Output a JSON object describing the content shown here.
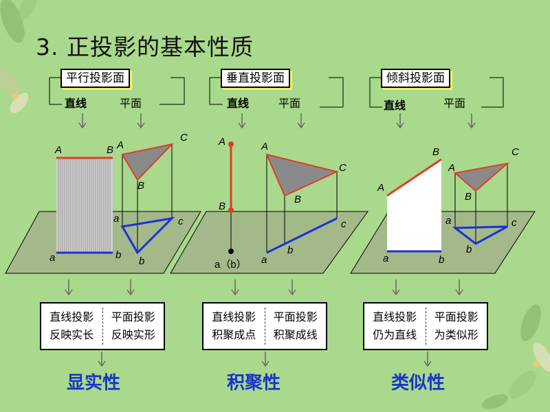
{
  "title": "3. 正投影的基本性质",
  "panels": [
    {
      "heading": "平行投影面",
      "line_label": "直线",
      "plane_label": "平面",
      "summary": {
        "col1": [
          "直线投影",
          "反映实长"
        ],
        "col2": [
          "平面投影",
          "反映实形"
        ]
      },
      "property": "显实性",
      "points": {
        "A": "A",
        "B": "B",
        "C": "C",
        "a": "a",
        "b": "b",
        "c": "c"
      }
    },
    {
      "heading": "垂直投影面",
      "line_label": "直线",
      "plane_label": "平面",
      "summary": {
        "col1": [
          "直线投影",
          "积聚成点"
        ],
        "col2": [
          "平面投影",
          "积聚成线"
        ]
      },
      "property": "积聚性",
      "points": {
        "A": "A",
        "B": "B",
        "C": "C",
        "a": "a",
        "b": "b",
        "c": "c",
        "ab": "a（b）"
      }
    },
    {
      "heading": "倾斜投影面",
      "line_label": "直线",
      "plane_label": "平面",
      "summary": {
        "col1": [
          "直线投影",
          "仍为直线"
        ],
        "col2": [
          "平面投影",
          "为类似形"
        ]
      },
      "property": "类似性",
      "points": {
        "A": "A",
        "B": "B",
        "C": "C",
        "a": "a",
        "b": "b",
        "c": "c"
      }
    }
  ],
  "colors": {
    "background": "#a9d98c",
    "plane": "#a3b98a",
    "edge_red": "#e23b2a",
    "edge_blue": "#1f2fd6",
    "property_text": "#1a33cc",
    "fill_gray": "#8a8a8a"
  }
}
